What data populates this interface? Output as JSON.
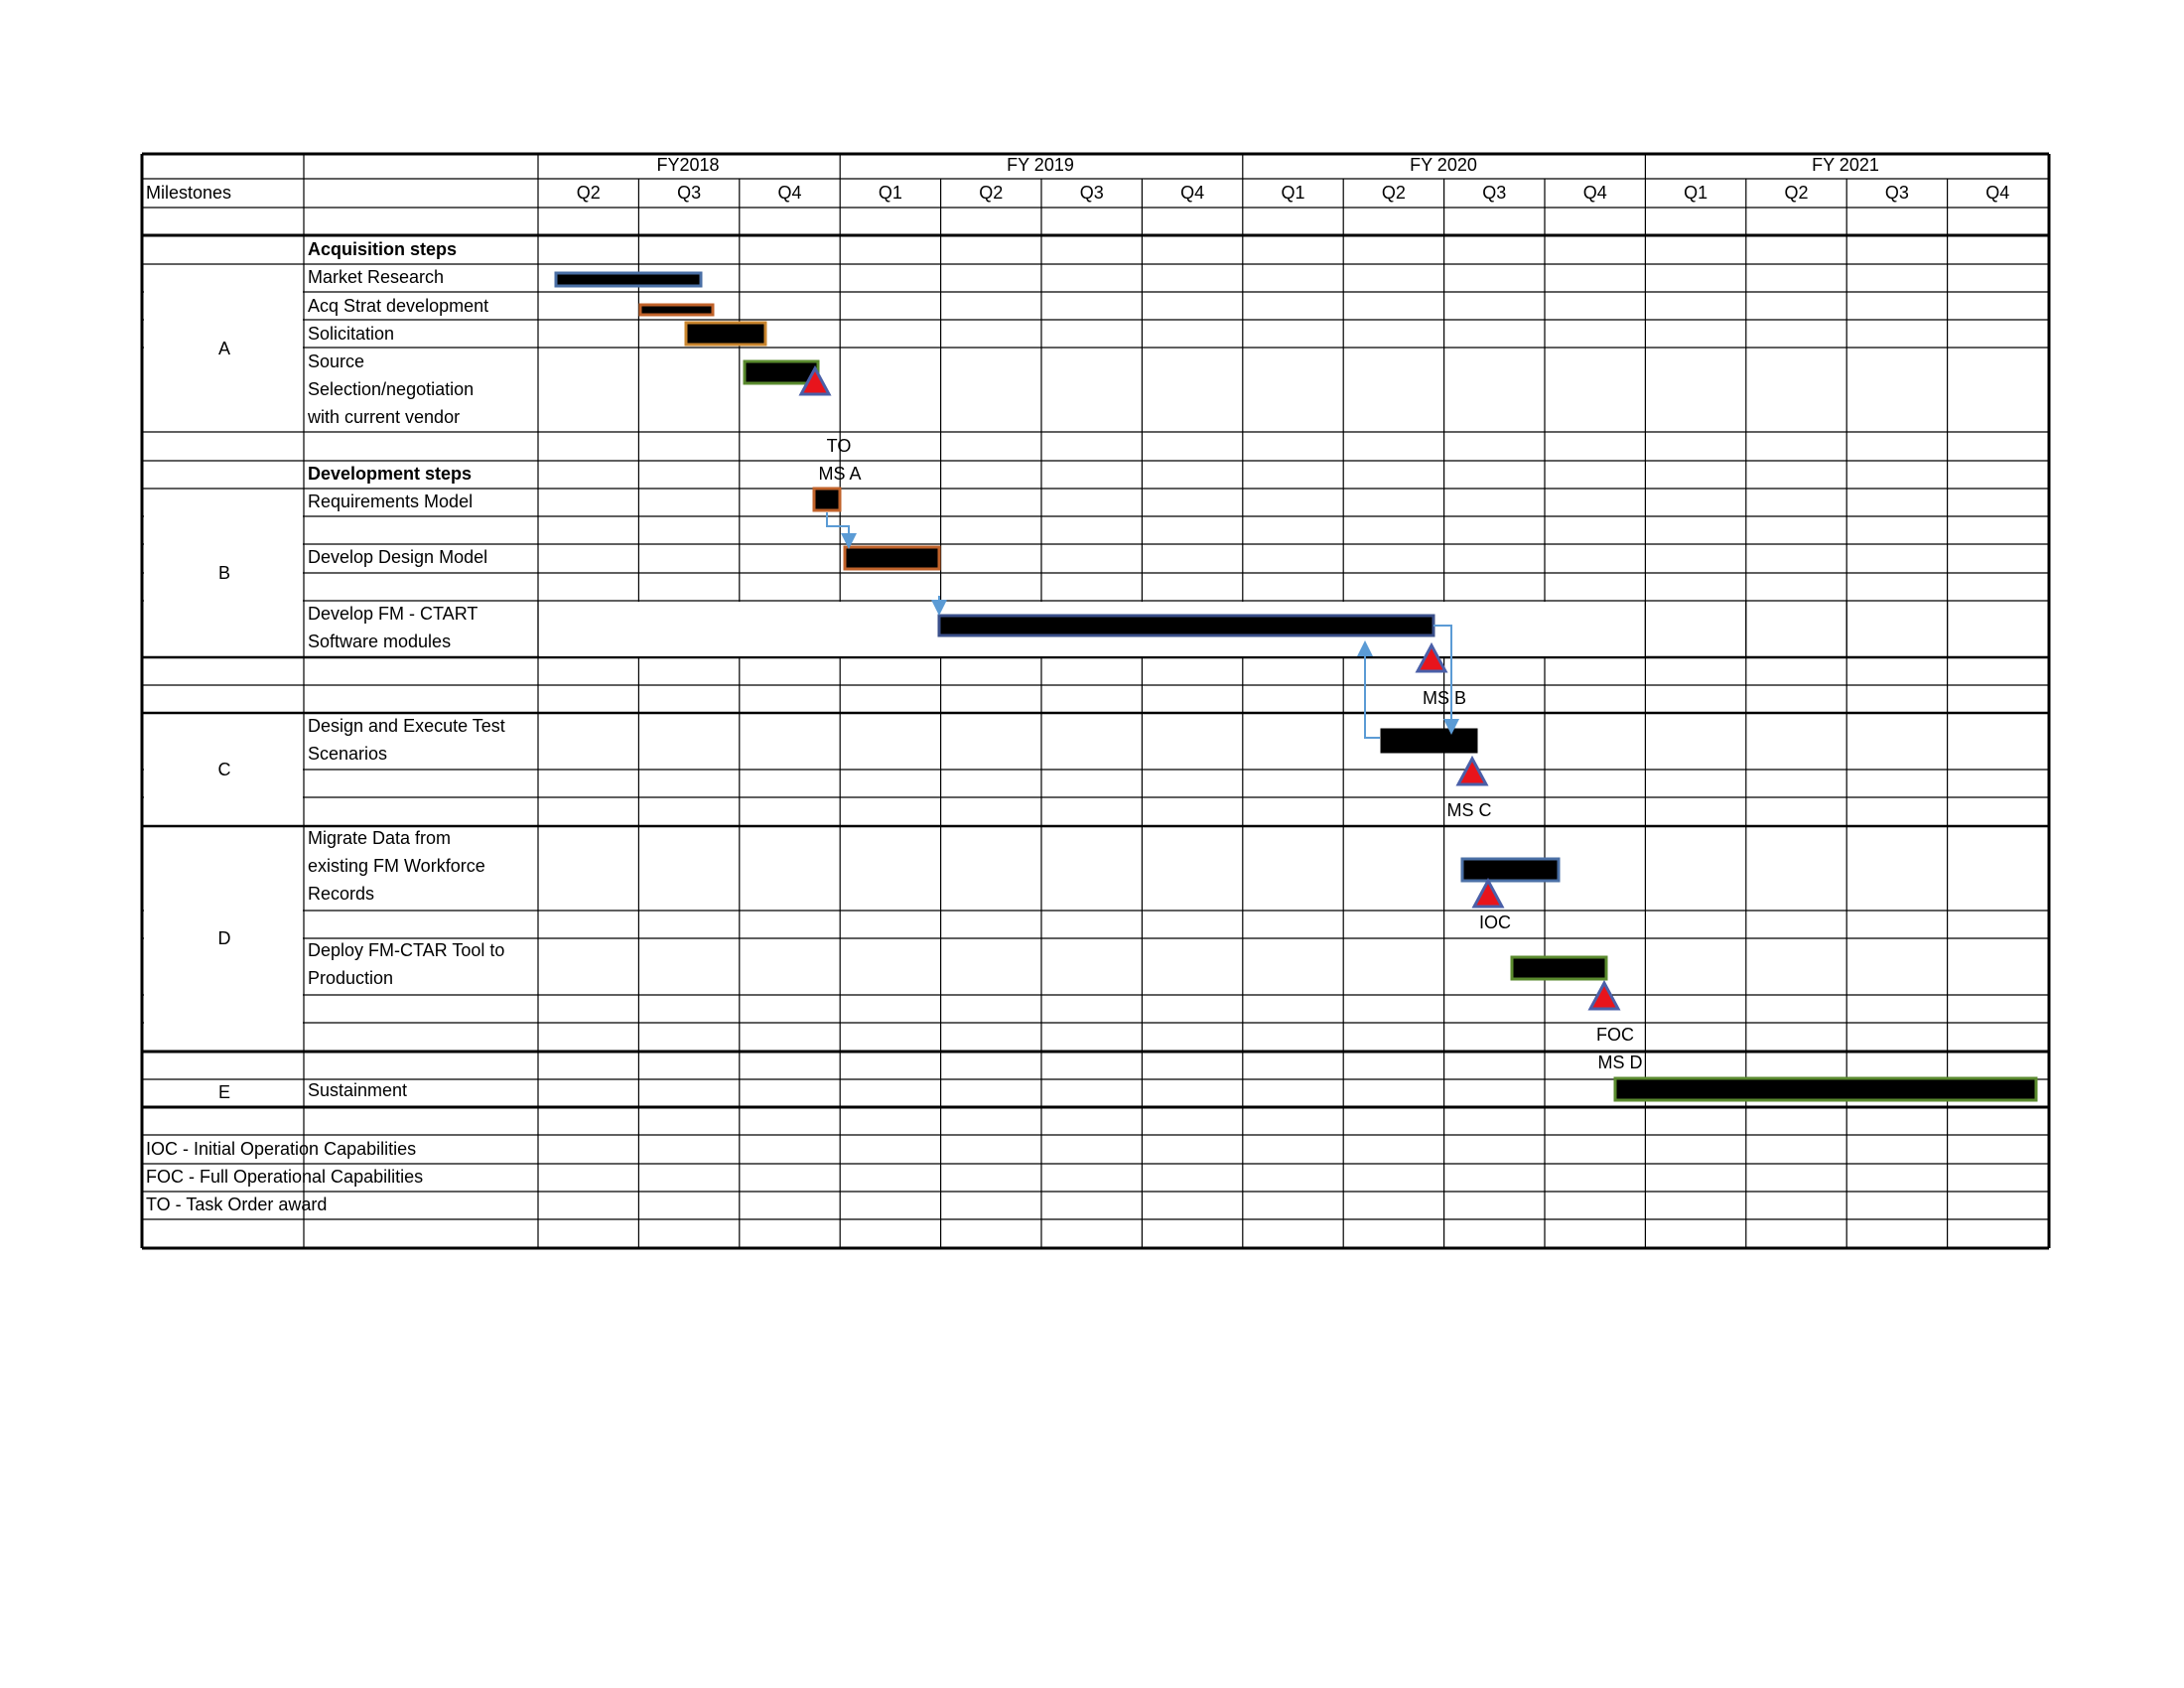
{
  "colors": {
    "grid": "#000000",
    "bar_fill": "#000000",
    "milestone_fill": "#e8141c",
    "milestone_stroke": "#4a5fa8",
    "arrow": "#5b9bd5"
  },
  "header": {
    "milestones_label": "Milestones",
    "fiscal_years": [
      "FY2018",
      "FY 2019",
      "FY 2020",
      "FY 2021"
    ],
    "quarters": [
      "Q2",
      "Q3",
      "Q4",
      "Q1",
      "Q2",
      "Q3",
      "Q4",
      "Q1",
      "Q2",
      "Q3",
      "Q4",
      "Q1",
      "Q2",
      "Q3",
      "Q4"
    ]
  },
  "sections": {
    "acquisition": "Acquisition steps",
    "development": "Development steps"
  },
  "groups": [
    "A",
    "B",
    "C",
    "D",
    "E"
  ],
  "tasks": [
    {
      "key": "market_research",
      "label": "Market Research",
      "bar_border": "#4a6fa5"
    },
    {
      "key": "acq_strat",
      "label": "Acq Strat development",
      "bar_border": "#c0622a"
    },
    {
      "key": "solicitation",
      "label": "Solicitation",
      "bar_border": "#c9852e"
    },
    {
      "key": "source_selection",
      "label_lines": [
        "Source",
        "Selection/negotiation",
        "with current vendor"
      ],
      "bar_border": "#5a8a2e"
    },
    {
      "key": "req_model",
      "label": "Requirements Model",
      "bar_border": "#c0622a"
    },
    {
      "key": "design_model",
      "label": "Develop Design Model",
      "bar_border": "#c0622a"
    },
    {
      "key": "fm_ctart",
      "label_lines": [
        "Develop FM - CTART",
        "Software modules"
      ],
      "bar_border": "#3a4f8a"
    },
    {
      "key": "test",
      "label_lines": [
        "Design and Execute Test",
        "Scenarios"
      ],
      "bar_border": "#000000"
    },
    {
      "key": "migrate",
      "label_lines": [
        "Migrate Data from",
        "existing FM Workforce",
        "Records"
      ],
      "bar_border": "#4a6fa5"
    },
    {
      "key": "deploy",
      "label_lines": [
        "Deploy FM-CTAR Tool to",
        "Production"
      ],
      "bar_border": "#5a8a2e"
    },
    {
      "key": "sustainment",
      "label": "Sustainment",
      "bar_border": "#5a8a2e"
    }
  ],
  "milestone_labels": {
    "to": "TO",
    "ms_a": "MS A",
    "ms_b": "MS B",
    "ms_c": "MS C",
    "ioc": "IOC",
    "foc": "FOC",
    "ms_d": "MS D"
  },
  "legend": [
    "IOC - Initial Operation Capabilities",
    "FOC - Full Operational Capabilities",
    "TO - Task Order award"
  ],
  "chart_data": {
    "type": "gantt",
    "time_axis": {
      "fiscal_years": [
        "FY2018",
        "FY 2019",
        "FY 2020",
        "FY 2021"
      ],
      "quarters": [
        "FY2018 Q2",
        "FY2018 Q3",
        "FY2018 Q4",
        "FY 2019 Q1",
        "FY 2019 Q2",
        "FY 2019 Q3",
        "FY 2019 Q4",
        "FY 2020 Q1",
        "FY 2020 Q2",
        "FY 2020 Q3",
        "FY 2020 Q4",
        "FY 2021 Q1",
        "FY 2021 Q2",
        "FY 2021 Q3",
        "FY 2021 Q4"
      ]
    },
    "tasks": [
      {
        "group": "A",
        "name": "Market Research",
        "start": "FY2018 Q2",
        "end": "FY2018 Q3"
      },
      {
        "group": "A",
        "name": "Acq Strat development",
        "start": "FY2018 Q3",
        "end": "FY2018 Q3"
      },
      {
        "group": "A",
        "name": "Solicitation",
        "start": "FY2018 Q3",
        "end": "FY2018 Q4"
      },
      {
        "group": "A",
        "name": "Source Selection/negotiation with current vendor",
        "start": "FY2018 Q4",
        "end": "FY2018 Q4"
      },
      {
        "group": "B",
        "name": "Requirements Model",
        "start": "FY2018 Q4",
        "end": "FY2018 Q4"
      },
      {
        "group": "B",
        "name": "Develop Design Model",
        "start": "FY 2019 Q1",
        "end": "FY 2019 Q1"
      },
      {
        "group": "B",
        "name": "Develop FM - CTART Software modules",
        "start": "FY 2019 Q2",
        "end": "FY 2020 Q2"
      },
      {
        "group": "C",
        "name": "Design and Execute Test Scenarios",
        "start": "FY 2020 Q2",
        "end": "FY 2020 Q3"
      },
      {
        "group": "D",
        "name": "Migrate Data from existing FM Workforce Records",
        "start": "FY 2020 Q3",
        "end": "FY 2020 Q4"
      },
      {
        "group": "D",
        "name": "Deploy FM-CTAR Tool to Production",
        "start": "FY 2020 Q3",
        "end": "FY 2020 Q4"
      },
      {
        "group": "E",
        "name": "Sustainment",
        "start": "FY 2020 Q4",
        "end": "FY 2021 Q4"
      }
    ],
    "milestones": [
      {
        "label": "TO / MS A",
        "at": "FY2018 Q4"
      },
      {
        "label": "MS B",
        "at": "FY 2020 Q2"
      },
      {
        "label": "MS C",
        "at": "FY 2020 Q3"
      },
      {
        "label": "IOC",
        "at": "FY 2020 Q3"
      },
      {
        "label": "FOC / MS D",
        "at": "FY 2020 Q4"
      }
    ]
  }
}
